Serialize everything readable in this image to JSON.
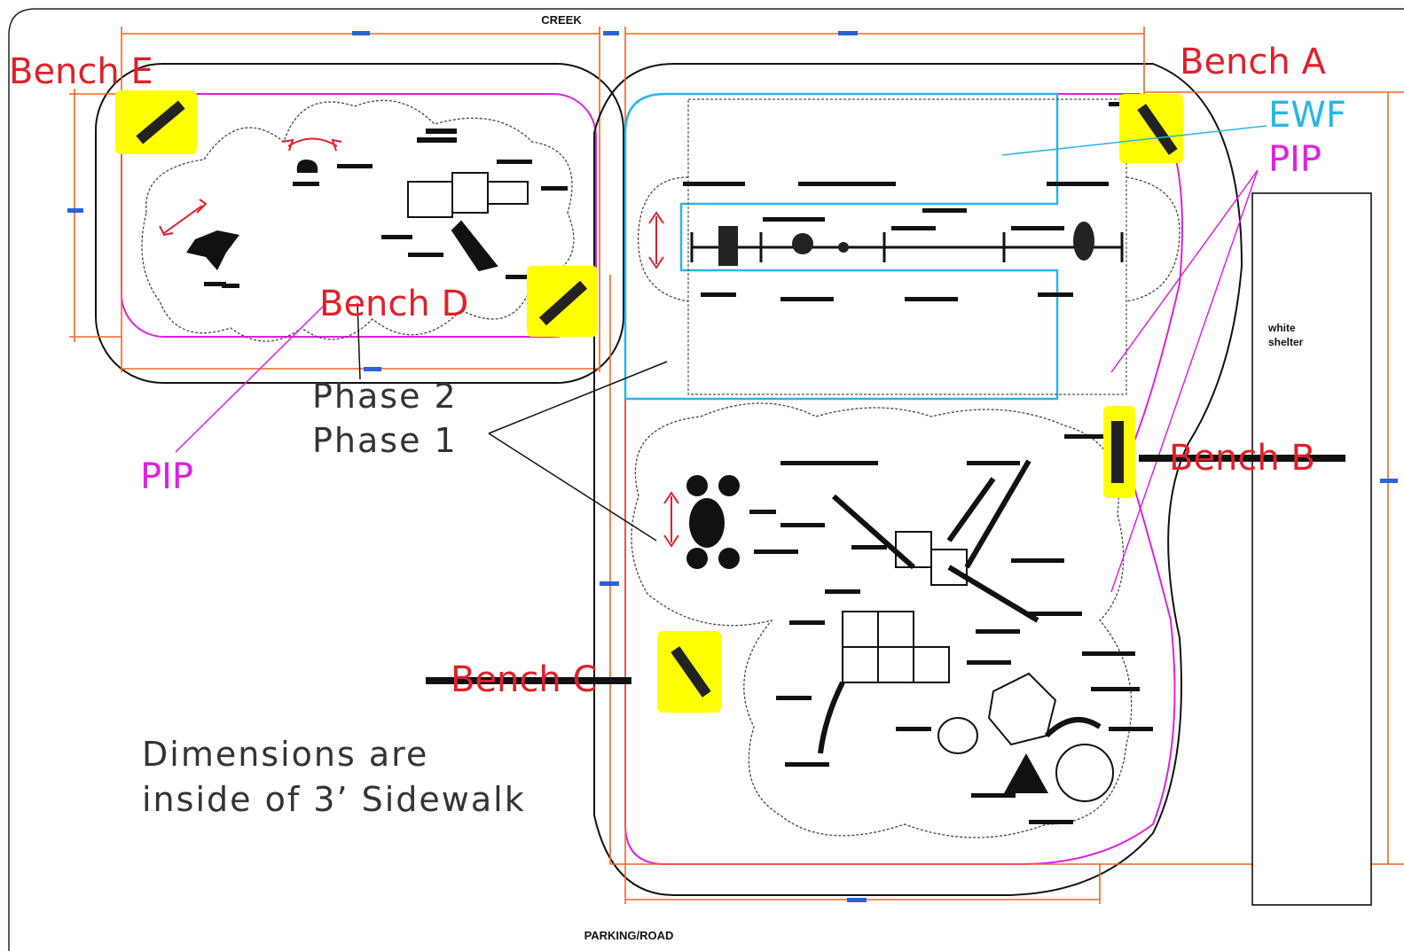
{
  "colors": {
    "orange": "#f26522",
    "magenta": "#e020e0",
    "cyan": "#29b6e6",
    "black": "#111111",
    "red": "#e0202a",
    "yellow": "#ffff00",
    "gray": "#555555",
    "blue": "#2a62d8"
  },
  "site": {
    "top_label": "CREEK",
    "bottom_label": "PARKING/ROAD"
  },
  "benches": {
    "a": "Bench A",
    "b": "Bench B",
    "c": "Bench C",
    "d": "Bench D",
    "e": "Bench E"
  },
  "surfaces": {
    "ewf": "EWF",
    "pip_right": "PIP",
    "pip_left": "PIP"
  },
  "phases": {
    "phase2": "Phase 2",
    "phase1": "Phase 1"
  },
  "shelter": {
    "line1": "white",
    "line2": "shelter"
  },
  "note": {
    "line1": "Dimensions are",
    "line2": "inside of 3’ Sidewalk"
  }
}
